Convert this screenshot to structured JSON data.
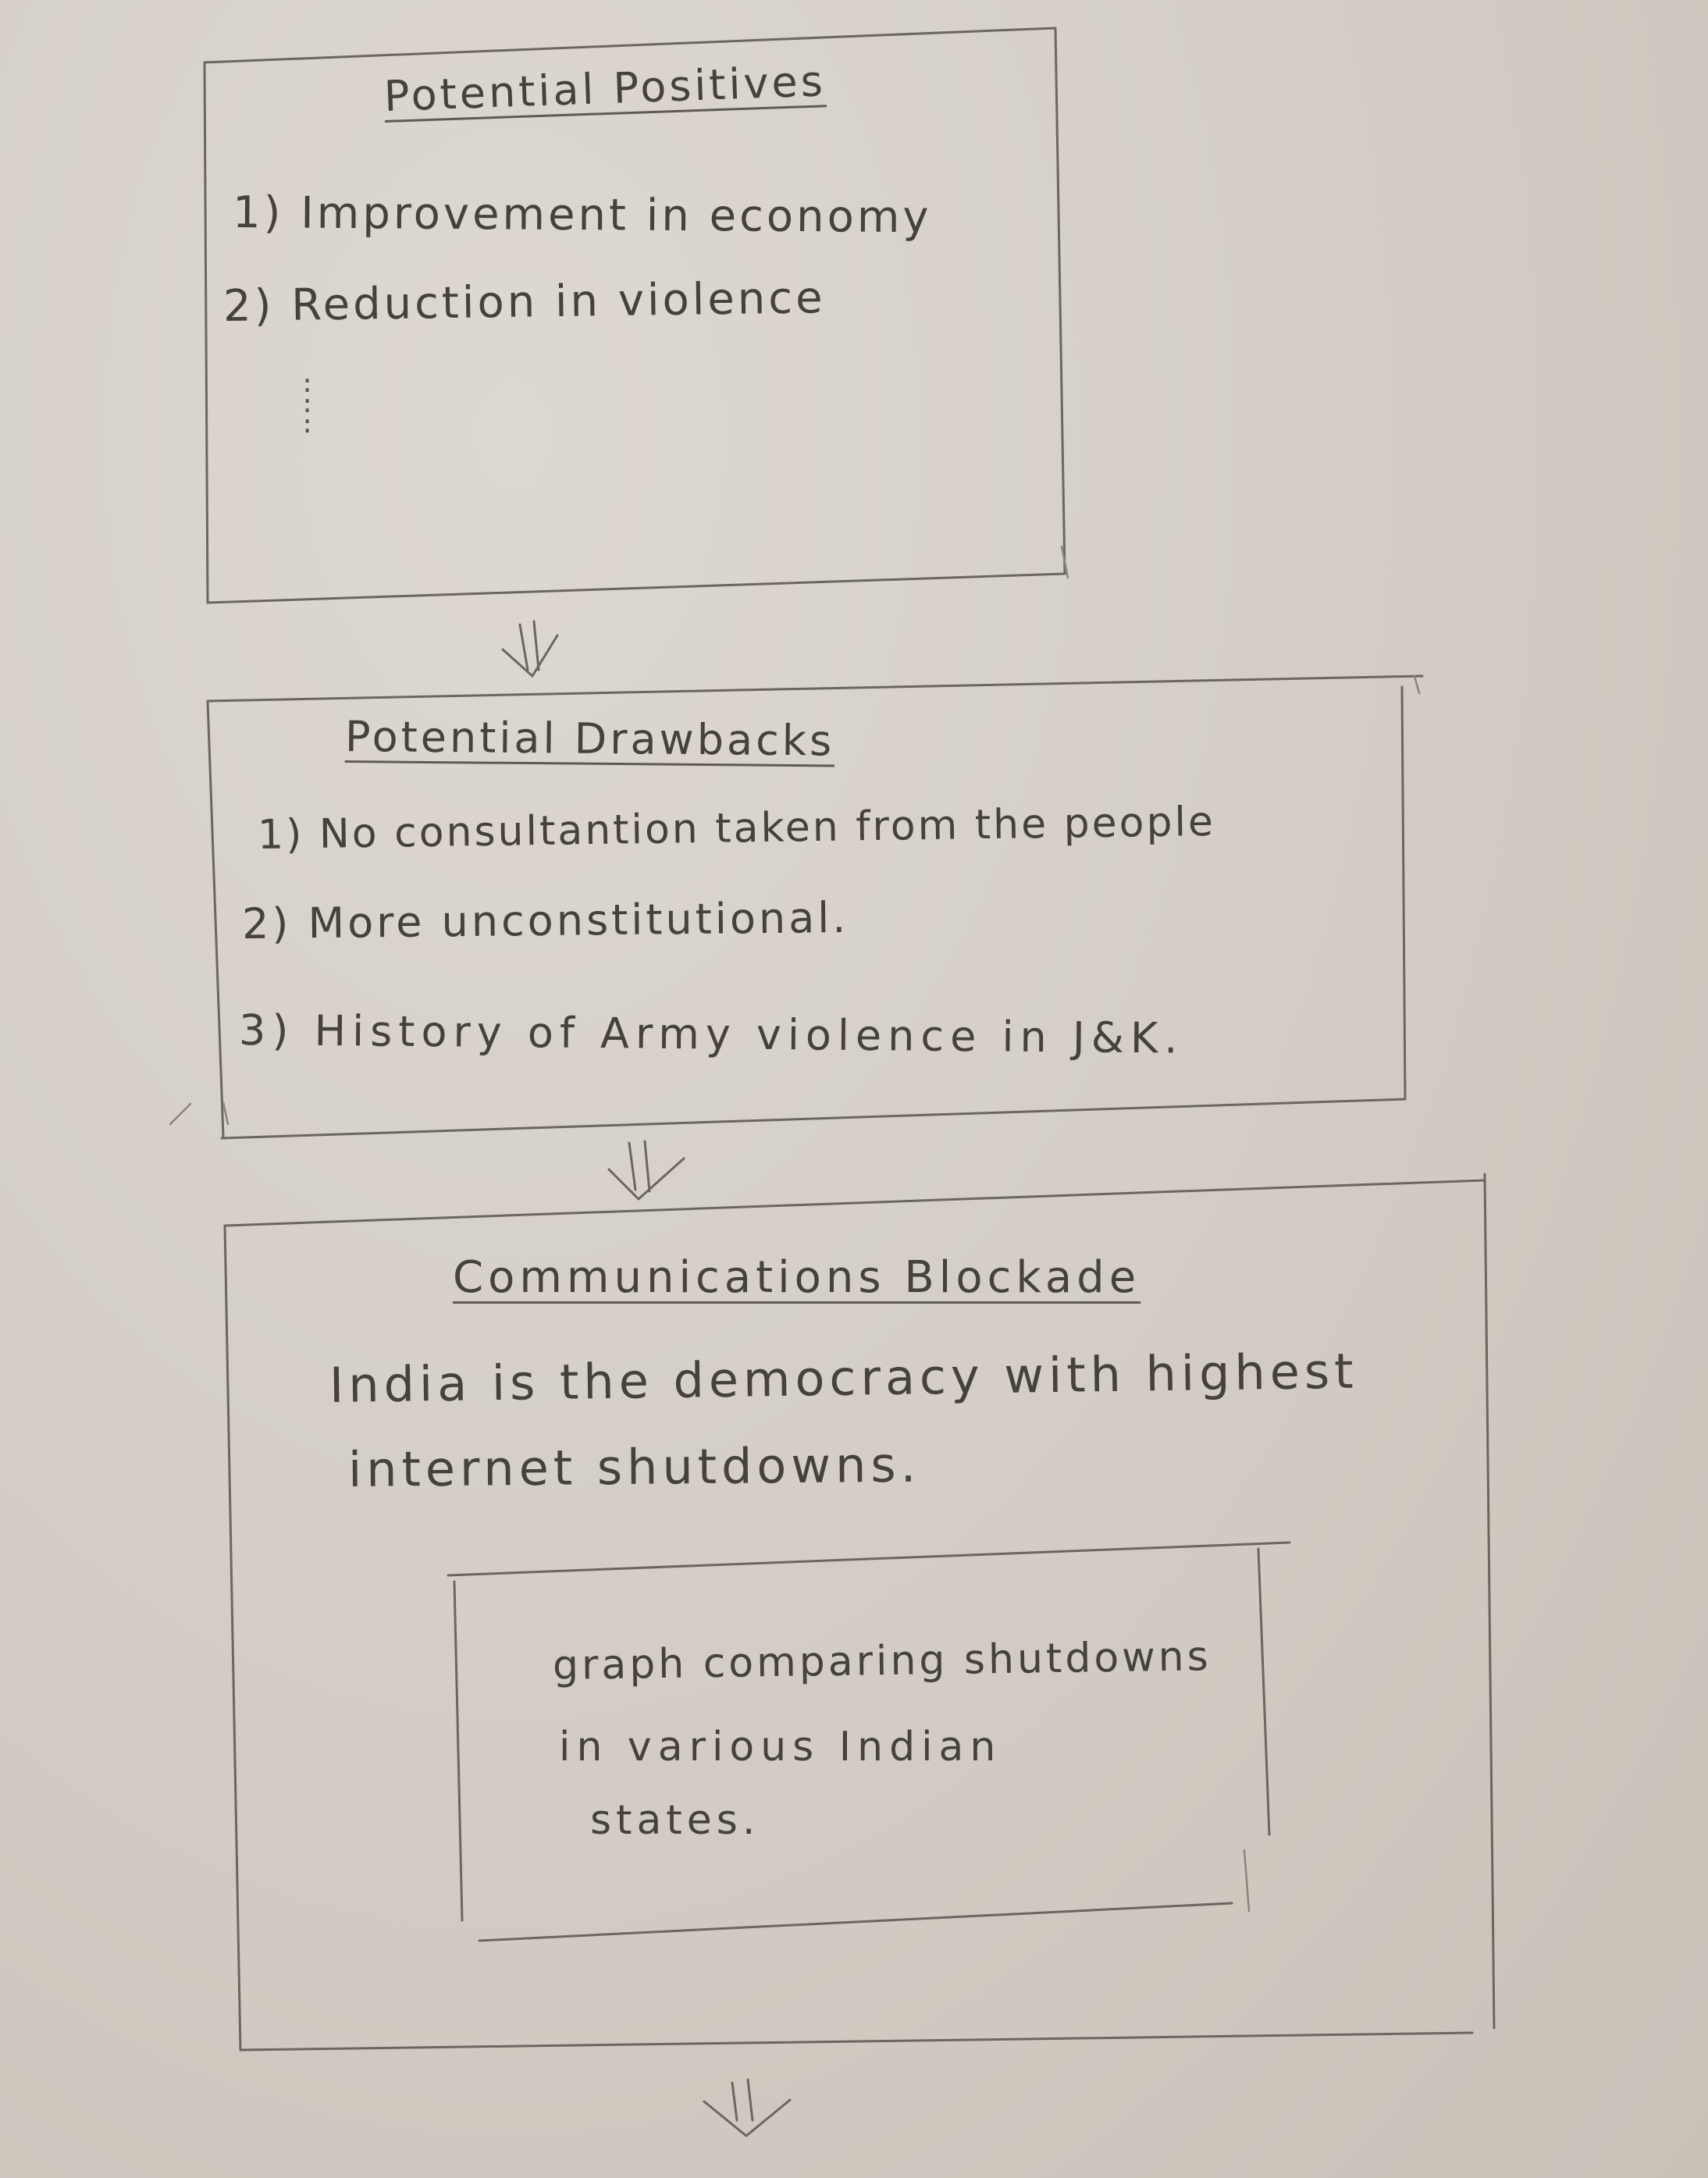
{
  "positives": {
    "title": "Potential Positives",
    "items": [
      "1) Improvement in economy",
      "2) Reduction in violence"
    ],
    "ellipsis": ":\n:\n:"
  },
  "drawbacks": {
    "title": "Potential Drawbacks",
    "items": [
      "1) No consultantion taken from the people",
      "2) More unconstitutional.",
      "3) History of Army violence in J&K."
    ]
  },
  "blockade": {
    "title": "Communications Blockade",
    "text_lines": [
      "India is the democracy with highest",
      "internet shutdowns."
    ],
    "graph_placeholder_lines": [
      "graph comparing shutdowns",
      "in various Indian",
      "states."
    ]
  },
  "colors": {
    "paper": "#d6d1ca",
    "pencil": "#6b6660"
  },
  "icons": {
    "arrow": "down-double-arrow-icon"
  }
}
